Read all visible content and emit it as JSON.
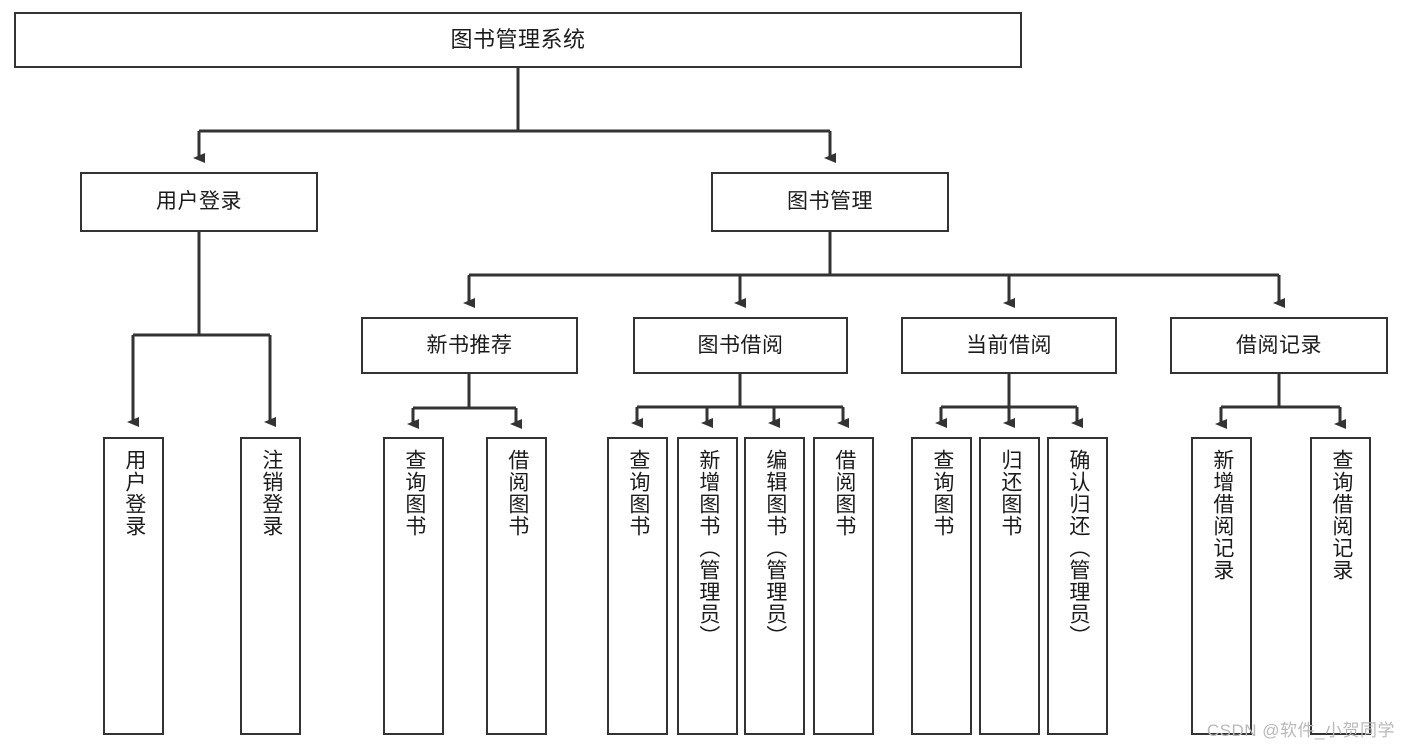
{
  "diagram": {
    "title": "图书管理系统",
    "type": "hierarchy-tree",
    "root": {
      "id": "root",
      "label": "图书管理系统"
    },
    "level1": [
      {
        "id": "user-login",
        "label": "用户登录"
      },
      {
        "id": "book-manage",
        "label": "图书管理"
      }
    ],
    "level2": [
      {
        "id": "new-book-recommend",
        "label": "新书推荐",
        "parent": "book-manage"
      },
      {
        "id": "book-borrow",
        "label": "图书借阅",
        "parent": "book-manage"
      },
      {
        "id": "current-borrow",
        "label": "当前借阅",
        "parent": "book-manage"
      },
      {
        "id": "borrow-record",
        "label": "借阅记录",
        "parent": "book-manage"
      }
    ],
    "leaves": [
      {
        "id": "leaf-user-login",
        "label": "用户登录",
        "parent": "user-login"
      },
      {
        "id": "leaf-logout-login",
        "label": "注销登录",
        "parent": "user-login"
      },
      {
        "id": "leaf-query-book-1",
        "label": "查询图书",
        "parent": "new-book-recommend"
      },
      {
        "id": "leaf-borrow-book-1",
        "label": "借阅图书",
        "parent": "new-book-recommend"
      },
      {
        "id": "leaf-query-book-2",
        "label": "查询图书",
        "parent": "book-borrow"
      },
      {
        "id": "leaf-add-book",
        "label": "新增图书（管理员）",
        "parent": "book-borrow"
      },
      {
        "id": "leaf-edit-book",
        "label": "编辑图书（管理员）",
        "parent": "book-borrow"
      },
      {
        "id": "leaf-borrow-book-2",
        "label": "借阅图书",
        "parent": "book-borrow"
      },
      {
        "id": "leaf-query-book-3",
        "label": "查询图书",
        "parent": "current-borrow"
      },
      {
        "id": "leaf-return-book",
        "label": "归还图书",
        "parent": "current-borrow"
      },
      {
        "id": "leaf-confirm-return",
        "label": "确认归还（管理员）",
        "parent": "current-borrow"
      },
      {
        "id": "leaf-add-record",
        "label": "新增借阅记录",
        "parent": "borrow-record"
      },
      {
        "id": "leaf-query-record",
        "label": "查询借阅记录",
        "parent": "borrow-record"
      }
    ]
  },
  "watermark": {
    "text": "CSDN @软件_小贺同学"
  },
  "colors": {
    "background": "#ffffff",
    "border": "#333333",
    "text": "#1b1b1b",
    "watermark": "#b9b9b9"
  }
}
